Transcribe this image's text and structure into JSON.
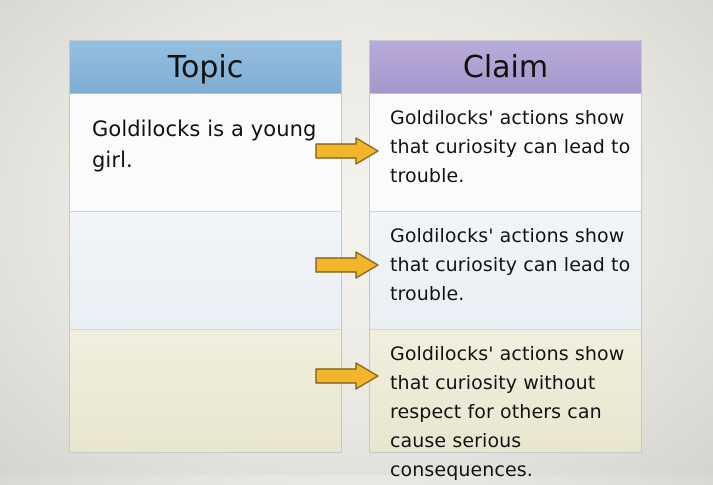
{
  "topic": {
    "header": "Topic",
    "rows": [
      "Goldilocks is a young girl.",
      "",
      ""
    ]
  },
  "claim": {
    "header": "Claim",
    "rows": [
      "Goldilocks' actions show that curiosity can lead to trouble.",
      "Goldilocks' actions show that curiosity can lead to trouble.",
      "Goldilocks' actions show that curiosity without respect for others can cause serious consequences."
    ]
  },
  "colors": {
    "topic_header": "#8ab7da",
    "claim_header": "#b0a2d3",
    "arrow_fill": "#f3b52c",
    "arrow_stroke": "#8a6a1c"
  }
}
